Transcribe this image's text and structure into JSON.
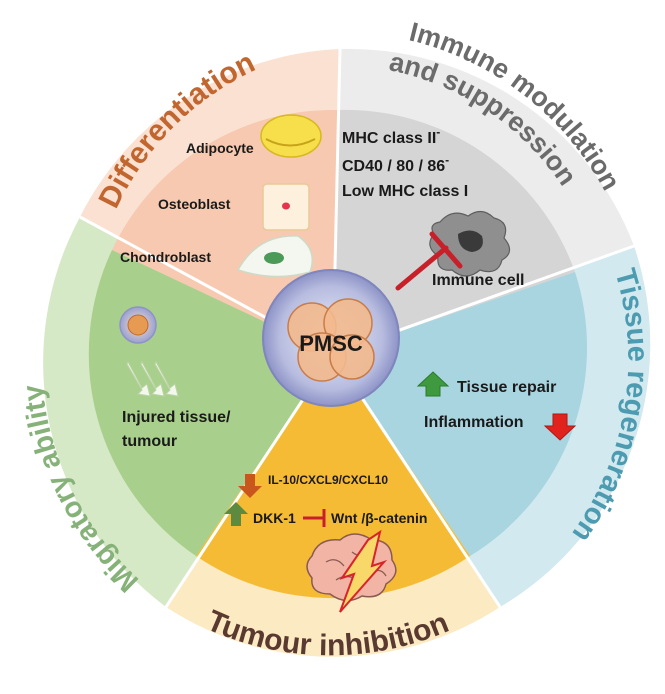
{
  "center": {
    "label": "PMSC"
  },
  "sectors": {
    "differentiation": {
      "title": "Differentiation",
      "title_color": "#c2662f",
      "items": [
        "Adipocyte",
        "Osteoblast",
        "Chondroblast"
      ]
    },
    "immune": {
      "title_line1": "Immune modulation",
      "title_line2": "and suppression",
      "title_color": "#6b6b6b",
      "markers": [
        "MHC class II",
        "CD40 / 80 / 86",
        "Low MHC class I"
      ],
      "marker_superscript": "-",
      "target": "Immune cell"
    },
    "tissue": {
      "title": "Tissue regeneration",
      "title_color": "#4d9bb0",
      "items": [
        "Tissue repair",
        "Inflammation"
      ]
    },
    "tumour": {
      "title": "Tumour inhibition",
      "title_color": "#5a3a30",
      "line1": "IL-10/CXCL9/CXCL10",
      "line2_left": "DKK-1",
      "line2_right": "Wnt /β-catenin"
    },
    "migratory": {
      "title": "Migratory ability",
      "title_color": "#86b27a",
      "label_line1": "Injured tissue/",
      "label_line2": "tumour"
    }
  },
  "colors": {
    "differentiation_fill": "#f6c9b0",
    "immune_fill": "#d5d5d5",
    "tissue_fill": "#a9d5e0",
    "tumour_fill": "#f5bb34",
    "migratory_fill": "#a8d08c",
    "inhibit_red": "#c8202a",
    "up_green": "#3f9a3f",
    "down_red": "#e0231c"
  }
}
